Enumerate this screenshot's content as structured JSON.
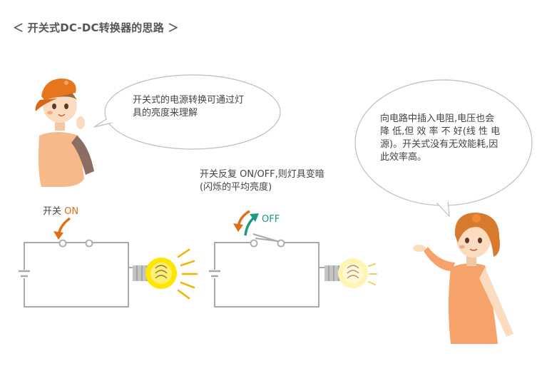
{
  "title": "＜ 开关式DC-DC转换器的思路 ＞",
  "bubble_left": "开关式的电源转换可通过灯具的亮度来理解",
  "bubble_left_lines": [
    "开关式的电源转换可通过灯",
    "具的亮度来理解"
  ],
  "bubble_right_lines": [
    "向电路中插入电阻,电压也会",
    "降 低,但 效 率 不 好(线 性 电",
    "源)。开关式没有无效能耗,因",
    "此效率高。"
  ],
  "middle_text_line1": "开关反复 ON/OFF,则灯具变暗",
  "middle_text_line2": "(闪烁的平均亮度)",
  "switch_on_prefix": "开关 ",
  "switch_on_state": "ON",
  "switch_off_state": "OFF",
  "colors": {
    "orange": "#e06e14",
    "teal": "#1a9a80",
    "wire": "#a9a9a9",
    "bulb_glow": "#ffe600",
    "ray": "#f2b200"
  }
}
